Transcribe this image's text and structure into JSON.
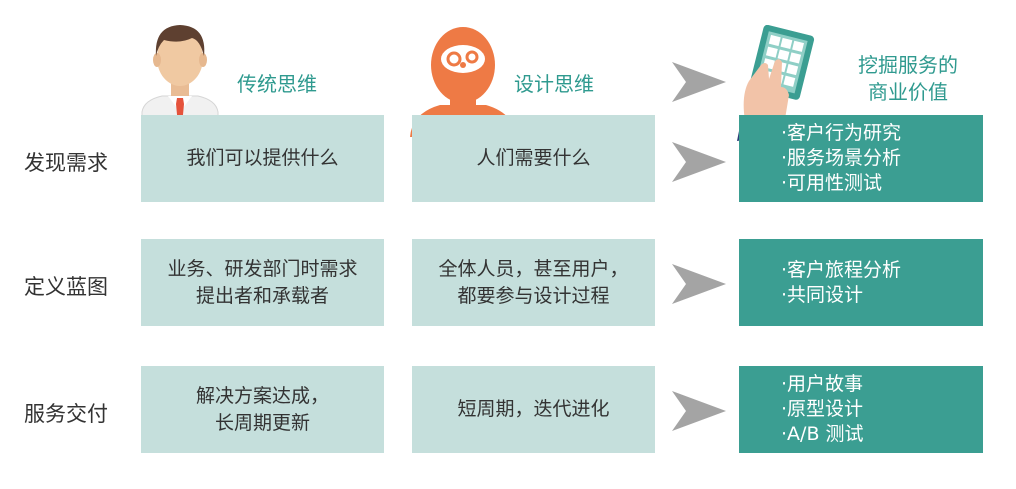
{
  "columns": {
    "traditional": "传统思维",
    "design": "设计思维",
    "value_line1": "挖掘服务的",
    "value_line2": "商业价值"
  },
  "rows": [
    {
      "label": "发现需求",
      "traditional": [
        "我们可以提供什么"
      ],
      "design": [
        "人们需要什么"
      ],
      "value": [
        "·客户行为研究",
        "·服务场景分析",
        "·可用性测试"
      ]
    },
    {
      "label": "定义蓝图",
      "traditional": [
        "业务、研发部门时需求",
        "提出者和承载者"
      ],
      "design": [
        "全体人员，甚至用户，",
        "都要参与设计过程"
      ],
      "value": [
        "·客户旅程分析",
        "·共同设计"
      ]
    },
    {
      "label": "服务交付",
      "traditional": [
        "解决方案达成，",
        "长周期更新"
      ],
      "design": [
        "短周期，迭代进化"
      ],
      "value": [
        "·用户故事",
        "·原型设计",
        "·A/B 测试"
      ]
    }
  ],
  "colors": {
    "light_box": "#c5dfdc",
    "teal_box": "#3b9e92",
    "title_teal": "#2f9a8f",
    "arrow_gray": "#a4a4a4",
    "head_orange": "#ee7a45"
  },
  "icons": [
    "businessman-icon",
    "brain-head-icon",
    "hand-tablet-icon",
    "arrow-right-icon"
  ]
}
